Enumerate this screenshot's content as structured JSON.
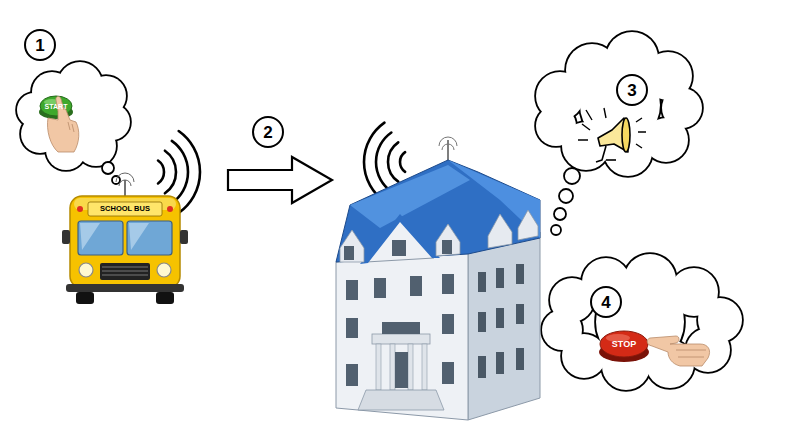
{
  "diagram": {
    "nodes": [
      {
        "text": [
          "1"
        ]
      },
      {
        "text": [
          "2"
        ]
      },
      {
        "text": [
          "3"
        ]
      },
      {
        "text": [
          "4"
        ]
      }
    ],
    "labels": [
      "START",
      "SCHOOL BUS",
      "STOP"
    ]
  }
}
